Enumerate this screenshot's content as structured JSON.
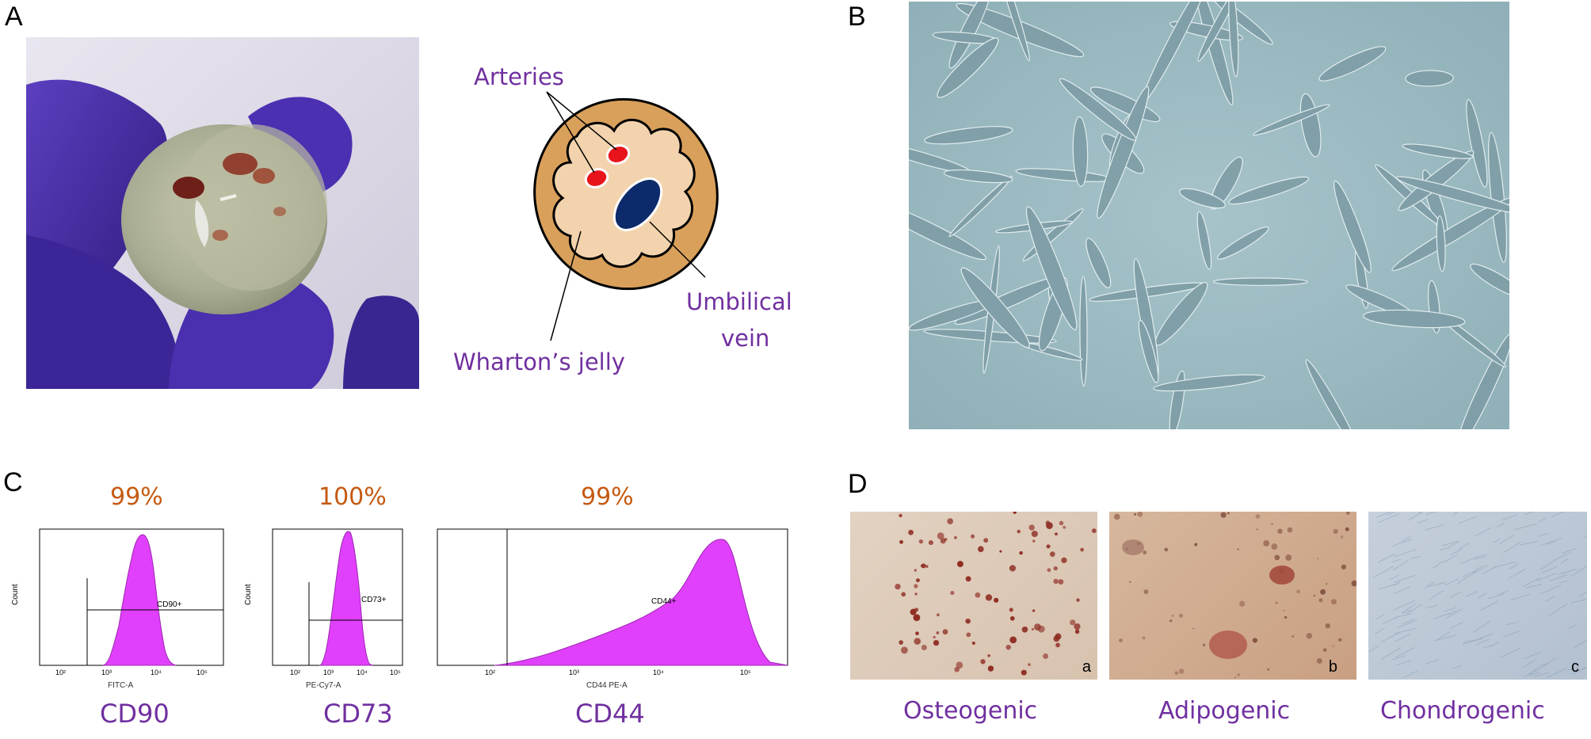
{
  "panels": {
    "A": {
      "letter": "A",
      "labels": {
        "arteries": "Arteries",
        "umbilical_vein_line1": "Umbilical",
        "umbilical_vein_line2": "vein",
        "whartons_jelly": "Wharton’s jelly"
      }
    },
    "B": {
      "letter": "B"
    },
    "C": {
      "letter": "C",
      "histograms": [
        {
          "marker": "CD90",
          "percent": "99%",
          "gate_label": "CD90+",
          "x_axis": "FITC-A",
          "y_axis": "Count",
          "x_ticks": [
            "10²",
            "10³",
            "10⁴",
            "10⁵"
          ]
        },
        {
          "marker": "CD73",
          "percent": "100%",
          "gate_label": "CD73+",
          "x_axis": "PE-Cy7-A",
          "y_axis": "Count",
          "x_ticks": [
            "10²",
            "10³",
            "10⁴",
            "10⁵"
          ]
        },
        {
          "marker": "CD44",
          "percent": "99%",
          "gate_label": "CD44+",
          "x_axis": "CD44 PE-A",
          "y_axis": "",
          "x_ticks": [
            "10²",
            "10³",
            "10⁴",
            "10⁵"
          ]
        }
      ]
    },
    "D": {
      "letter": "D",
      "images": [
        {
          "sub": "a",
          "caption": "Osteogenic"
        },
        {
          "sub": "b",
          "caption": "Adipogenic"
        },
        {
          "sub": "c",
          "caption": "Chondrogenic"
        }
      ]
    }
  },
  "colors": {
    "purple_text": "#7030a0",
    "orange_text": "#c55a11",
    "histogram_fill": "#e040fb",
    "artery_red": "#e8141b",
    "vein_navy": "#0d2a6b",
    "cord_tan": "#d9a05b",
    "jelly_beige": "#f2d3ad",
    "glove_purple": "#4a2c9e",
    "culture_blue": "#9fbcc4"
  }
}
